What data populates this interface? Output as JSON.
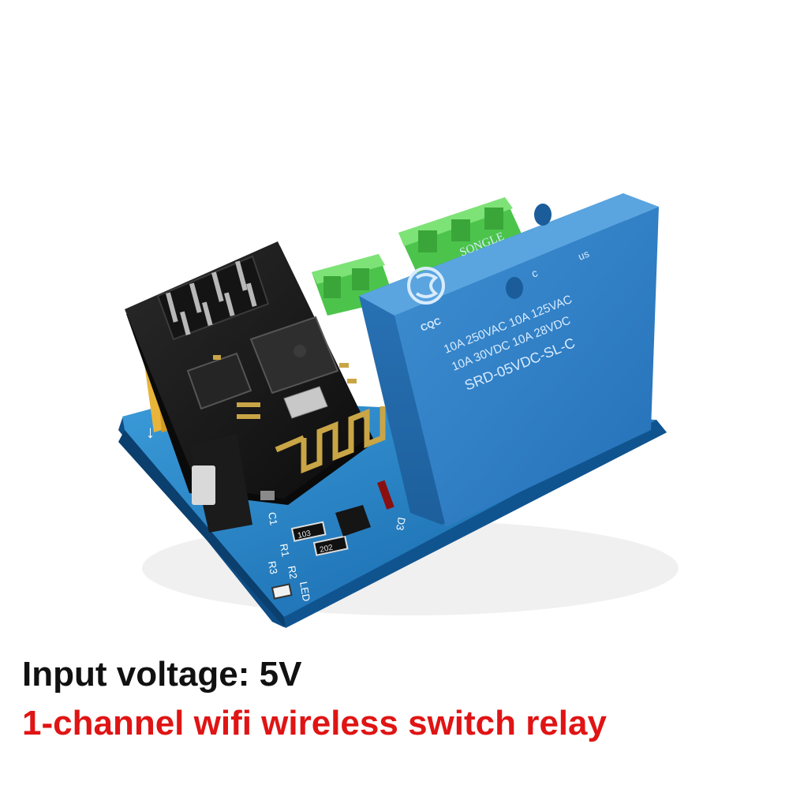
{
  "relay": {
    "brand": "SONGLE",
    "ul_c": "c",
    "ul_us": "us",
    "spec_line1": "10A 250VAC  10A 125VAC",
    "spec_line2": "10A  30VDC  10A  28VDC",
    "model": "SRD-05VDC-SL-C",
    "cqc": "CQC"
  },
  "pcb": {
    "labels": {
      "c1": "C1",
      "d3": "D3",
      "r1": "R1",
      "r2": "R2",
      "r3": "R3",
      "led": "LED",
      "res1": "103",
      "res2": "202",
      "arrow": "↓"
    }
  },
  "captions": {
    "line1": "Input voltage: 5V",
    "line2": "1-channel wifi wireless switch relay"
  },
  "colors": {
    "pcb": "#1e7fc0",
    "relay": "#2f7fc4",
    "terminal": "#5fd35a",
    "module": "#1a1a1a",
    "caption_red": "#e01414"
  }
}
